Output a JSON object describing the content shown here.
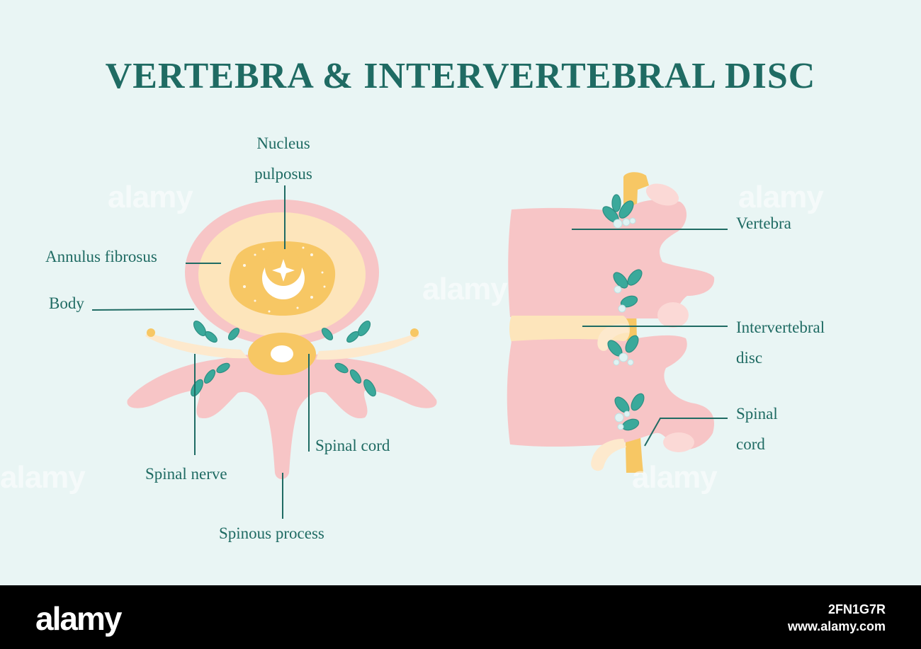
{
  "title": "VERTEBRA & INTERVERTEBRAL DISC",
  "left_diagram": {
    "nucleus_line1": "Nucleus",
    "nucleus_line2": "pulposus",
    "annulus": "Annulus fibrosus",
    "body": "Body",
    "spinal_nerve": "Spinal nerve",
    "spinal_cord": "Spinal cord",
    "spinous_process": "Spinous process"
  },
  "right_diagram": {
    "vertebra": "Vertebra",
    "disc_line1": "Intervertebral",
    "disc_line2": "disc",
    "cord_line1": "Spinal",
    "cord_line2": "cord"
  },
  "watermark": "alamy",
  "footer": {
    "logo": "alamy",
    "image_id": "2FN1G7R",
    "url": "www.alamy.com"
  },
  "colors": {
    "background": "#e9f5f4",
    "text": "#1f6b63",
    "bone_pink": "#f7c5c6",
    "annulus_cream": "#fde5bb",
    "nucleus_yellow": "#f7c764",
    "leaf_teal": "#3aa99b",
    "nerve_cream": "#fde9cd"
  }
}
